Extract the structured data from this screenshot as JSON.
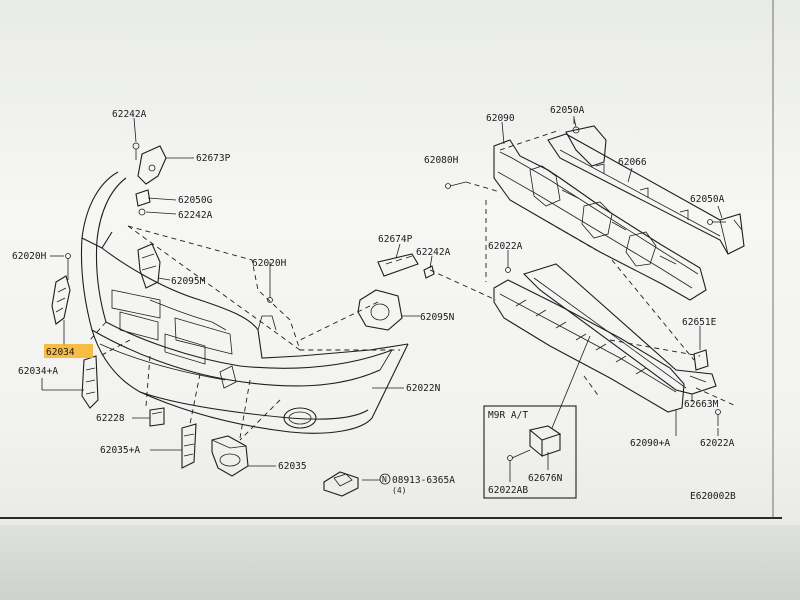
{
  "diagram_code": "E620002B",
  "highlighted_part": "62034",
  "parts": [
    {
      "id": "p01",
      "code": "62242A"
    },
    {
      "id": "p02",
      "code": "62673P"
    },
    {
      "id": "p03",
      "code": "62050G"
    },
    {
      "id": "p04",
      "code": "62242A"
    },
    {
      "id": "p05",
      "code": "62020H"
    },
    {
      "id": "p06",
      "code": "62095M"
    },
    {
      "id": "p07",
      "code": "62020H"
    },
    {
      "id": "p08",
      "code": "62034"
    },
    {
      "id": "p09",
      "code": "62034+A"
    },
    {
      "id": "p10",
      "code": "62228"
    },
    {
      "id": "p11",
      "code": "62035+A"
    },
    {
      "id": "p12",
      "code": "62035"
    },
    {
      "id": "p13",
      "code": "62674P"
    },
    {
      "id": "p14",
      "code": "62242A"
    },
    {
      "id": "p15",
      "code": "62095N"
    },
    {
      "id": "p16",
      "code": "62022N"
    },
    {
      "id": "p17",
      "code": "62090"
    },
    {
      "id": "p18",
      "code": "62050A"
    },
    {
      "id": "p19",
      "code": "62080H"
    },
    {
      "id": "p20",
      "code": "62066"
    },
    {
      "id": "p21",
      "code": "62050A"
    },
    {
      "id": "p22",
      "code": "62022A"
    },
    {
      "id": "p23",
      "code": "62651E"
    },
    {
      "id": "p24",
      "code": "62663M"
    },
    {
      "id": "p25",
      "code": "62090+A"
    },
    {
      "id": "p26",
      "code": "62022A"
    },
    {
      "id": "p27",
      "code": "08913-6365A"
    },
    {
      "id": "p28",
      "code": "(4)"
    }
  ],
  "inset_box": {
    "title": "M9R A/T",
    "parts": [
      {
        "id": "i1",
        "code": "62676N"
      },
      {
        "id": "i2",
        "code": "62022AB"
      }
    ]
  },
  "nut_symbol": "N",
  "colors": {
    "highlight": "#f7b125",
    "line": "#1e1e1e",
    "paper": "#f3f4f2"
  }
}
